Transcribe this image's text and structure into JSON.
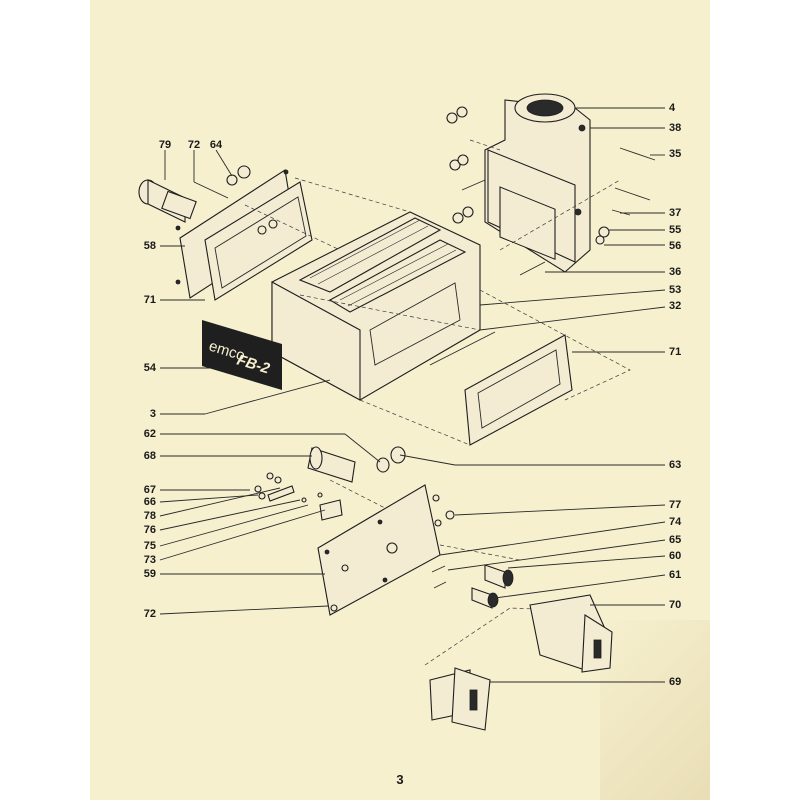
{
  "callouts_left": [
    {
      "id": "79",
      "label": "79"
    },
    {
      "id": "72a",
      "label": "72"
    },
    {
      "id": "64",
      "label": "64"
    },
    {
      "id": "58",
      "label": "58"
    },
    {
      "id": "71a",
      "label": "71"
    },
    {
      "id": "54",
      "label": "54"
    },
    {
      "id": "3",
      "label": "3"
    },
    {
      "id": "62",
      "label": "62"
    },
    {
      "id": "68",
      "label": "68"
    },
    {
      "id": "67",
      "label": "67"
    },
    {
      "id": "66",
      "label": "66"
    },
    {
      "id": "78",
      "label": "78"
    },
    {
      "id": "76",
      "label": "76"
    },
    {
      "id": "75",
      "label": "75"
    },
    {
      "id": "73",
      "label": "73"
    },
    {
      "id": "59",
      "label": "59"
    },
    {
      "id": "72b",
      "label": "72"
    }
  ],
  "callouts_right": [
    {
      "id": "4",
      "label": "4"
    },
    {
      "id": "38",
      "label": "38"
    },
    {
      "id": "35",
      "label": "35"
    },
    {
      "id": "37",
      "label": "37"
    },
    {
      "id": "55",
      "label": "55"
    },
    {
      "id": "56",
      "label": "56"
    },
    {
      "id": "36",
      "label": "36"
    },
    {
      "id": "53",
      "label": "53"
    },
    {
      "id": "32",
      "label": "32"
    },
    {
      "id": "71b",
      "label": "71"
    },
    {
      "id": "63",
      "label": "63"
    },
    {
      "id": "77",
      "label": "77"
    },
    {
      "id": "74",
      "label": "74"
    },
    {
      "id": "65",
      "label": "65"
    },
    {
      "id": "60",
      "label": "60"
    },
    {
      "id": "61",
      "label": "61"
    },
    {
      "id": "70",
      "label": "70"
    },
    {
      "id": "69",
      "label": "69"
    }
  ],
  "badge": {
    "brand": "emco",
    "model": "FB-2"
  },
  "page_number": "3",
  "colors": {
    "paper": "#f6f0cf",
    "ink": "#1e1e1e",
    "badge": "#1f1f1f"
  }
}
